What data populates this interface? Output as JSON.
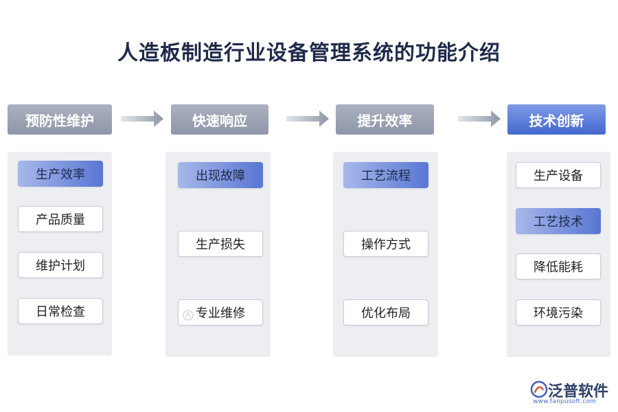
{
  "title": "人造板制造行业设备管理系统的功能介绍",
  "columns": [
    {
      "header": "预防性维护",
      "items": [
        "生产效率",
        "产品质量",
        "维护计划",
        "日常检查"
      ]
    },
    {
      "header": "快速响应",
      "items": [
        "出现故障",
        "生产损失",
        "专业维修"
      ]
    },
    {
      "header": "提升效率",
      "items": [
        "工艺流程",
        "操作方式",
        "优化布局"
      ]
    },
    {
      "header": "技术创新",
      "items": [
        "生产设备",
        "工艺技术",
        "降低能耗",
        "环境污染"
      ]
    }
  ],
  "brand": {
    "name": "泛普软件",
    "url": "www.fanpusoft.com"
  },
  "colors": {
    "header_gray": "#979dad",
    "accent_blue": "#4a6ed1",
    "title": "#1e2a4a"
  }
}
